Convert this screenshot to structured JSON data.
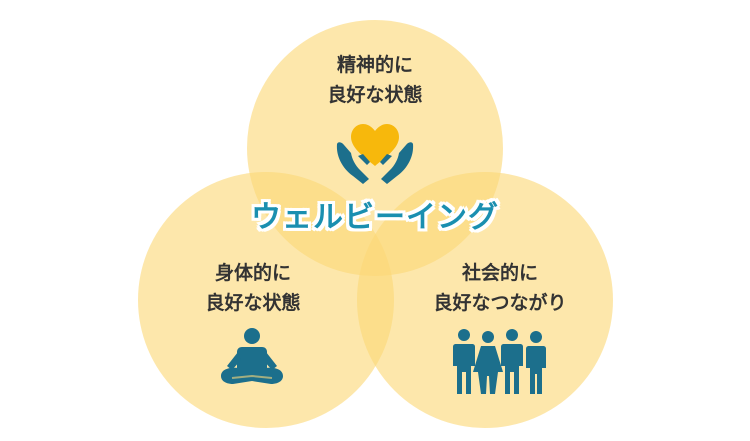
{
  "center_title": "ウェルビーイング",
  "circles": {
    "top": {
      "line1": "精神的に",
      "line2": "良好な状態",
      "icon": "hands-heart-icon"
    },
    "left": {
      "line1": "身体的に",
      "line2": "良好な状態",
      "icon": "meditation-icon"
    },
    "right": {
      "line1": "社会的に",
      "line2": "良好なつながり",
      "icon": "people-group-icon"
    }
  },
  "colors": {
    "circle_fill": "#fbd978",
    "heart": "#f7b80c",
    "icon_teal": "#1c6f8c",
    "title_blue": "#1a8fb0",
    "text": "#333333"
  }
}
